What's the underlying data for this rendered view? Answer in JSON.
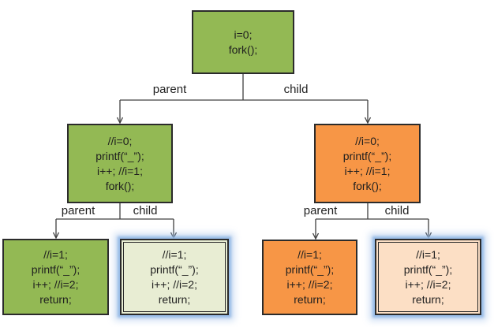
{
  "colors": {
    "green": "#93B954",
    "green_light": "#E8EDD3",
    "orange": "#F79646",
    "orange_light": "#FCDFC5",
    "border": "#2B2B2B",
    "line": "#404040",
    "glow_blue": "#94B8E6",
    "text": "#1F1F1F"
  },
  "nodes": {
    "root": {
      "lines": [
        "i=0;",
        "fork();"
      ]
    },
    "level1_parent": {
      "lines": [
        "//i=0;",
        "printf(“_”);",
        "i++; //i=1;",
        "fork();"
      ]
    },
    "level1_child": {
      "lines": [
        "//i=0;",
        "printf(“_”);",
        "i++; //i=1;",
        "fork();"
      ]
    },
    "leaf_parent_parent": {
      "lines": [
        "//i=1;",
        "printf(“_”);",
        "i++; //i=2;",
        "return;"
      ]
    },
    "leaf_parent_child": {
      "lines": [
        "//i=1;",
        "printf(“_”);",
        "i++; //i=2;",
        "return;"
      ]
    },
    "leaf_child_parent": {
      "lines": [
        "//i=1;",
        "printf(“_”);",
        "i++; //i=2;",
        "return;"
      ]
    },
    "leaf_child_child": {
      "lines": [
        "//i=1;",
        "printf(“_”);",
        "i++; //i=2;",
        "return;"
      ]
    }
  },
  "labels": {
    "l1_parent": "parent",
    "l1_child": "child",
    "l2_parent": "parent",
    "l2_child": "child",
    "l3_parent": "parent",
    "l3_child": "child"
  }
}
